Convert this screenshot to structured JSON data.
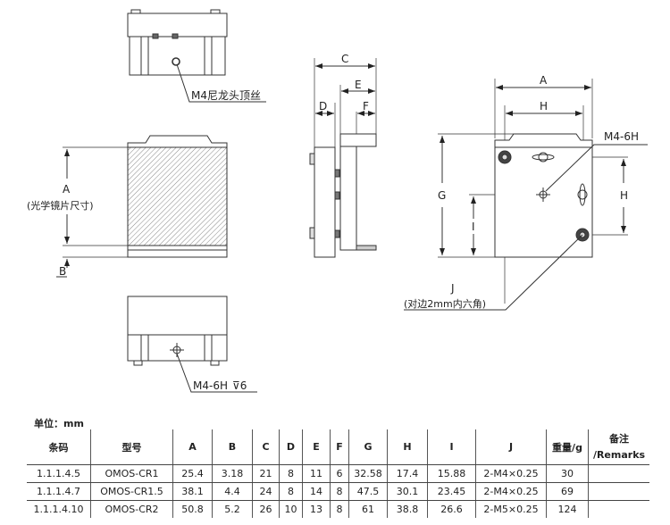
{
  "drawing": {
    "top_view_label": "M4尼龙头顶丝",
    "front_dim_a": "A",
    "front_dim_a_note": "(光学镜片尺寸)",
    "front_dim_b": "B",
    "bottom_view_label": "M4-6H",
    "bottom_depth": "⊽6",
    "side_dims": {
      "c": "C",
      "d": "D",
      "e": "E",
      "f": "F"
    },
    "right_dims": {
      "a": "A",
      "h_top": "H",
      "h_right": "H",
      "g": "G",
      "i": "I"
    },
    "hole_label": "M4-6H",
    "j_label": "J",
    "j_note": "(对边2mm内六角)"
  },
  "table": {
    "unit": "单位：mm",
    "headers": [
      "条码",
      "型号",
      "A",
      "B",
      "C",
      "D",
      "E",
      "F",
      "G",
      "H",
      "I",
      "J",
      "重量/g",
      "备注",
      "/Remarks"
    ],
    "rows": [
      [
        "1.1.1.4.5",
        "OMOS-CR1",
        "25.4",
        "3.18",
        "21",
        "8",
        "11",
        "6",
        "32.58",
        "17.4",
        "15.88",
        "2-M4×0.25",
        "30",
        ""
      ],
      [
        "1.1.1.4.7",
        "OMOS-CR1.5",
        "38.1",
        "4.4",
        "24",
        "8",
        "14",
        "8",
        "47.5",
        "30.1",
        "23.45",
        "2-M4×0.25",
        "69",
        ""
      ],
      [
        "1.1.1.4.10",
        "OMOS-CR2",
        "50.8",
        "5.2",
        "26",
        "10",
        "13",
        "8",
        "61",
        "38.8",
        "26.6",
        "2-M5×0.25",
        "124",
        ""
      ]
    ]
  }
}
